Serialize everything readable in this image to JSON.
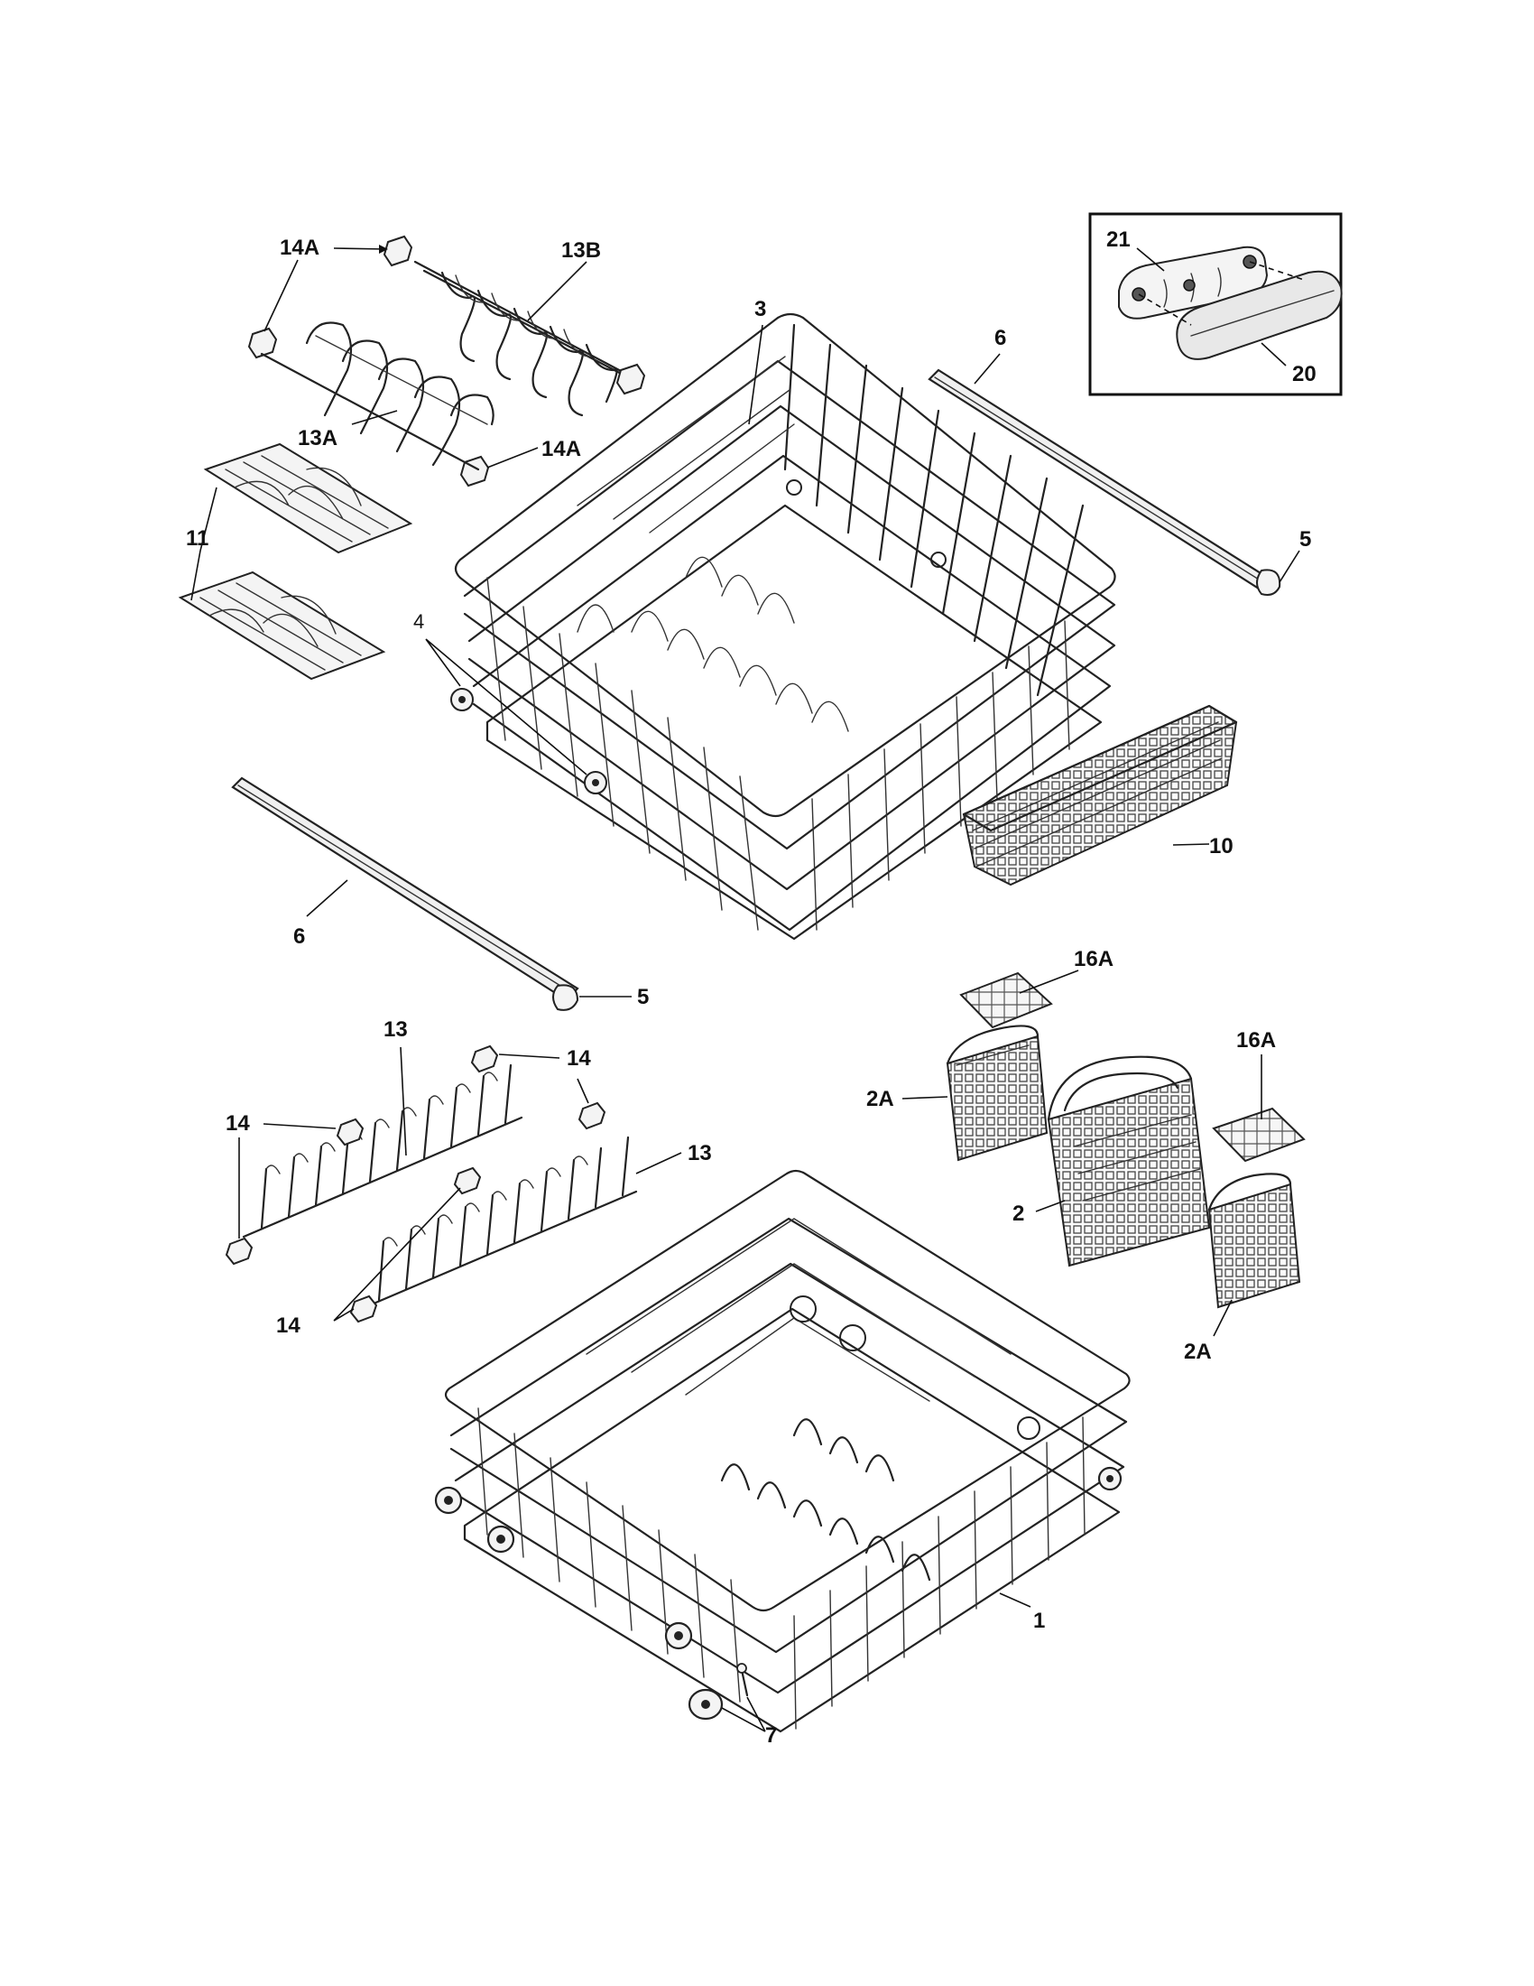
{
  "callouts": {
    "c14A_top": "14A",
    "c13B": "13B",
    "c3": "3",
    "c6_top": "6",
    "c21": "21",
    "c20": "20",
    "c13A": "13A",
    "c14A_mid": "14A",
    "c11": "11",
    "c5_top": "5",
    "c4": "4",
    "c10": "10",
    "c6_bottom": "6",
    "c5_bottom": "5",
    "c16A_top": "16A",
    "c13_top": "13",
    "c14_topright": "14",
    "c16A_right": "16A",
    "c14_left": "14",
    "c2A_top": "2A",
    "c13_right": "13",
    "c2": "2",
    "c14_bottom": "14",
    "c2A_bottom": "2A",
    "c1": "1",
    "c7": "7"
  }
}
